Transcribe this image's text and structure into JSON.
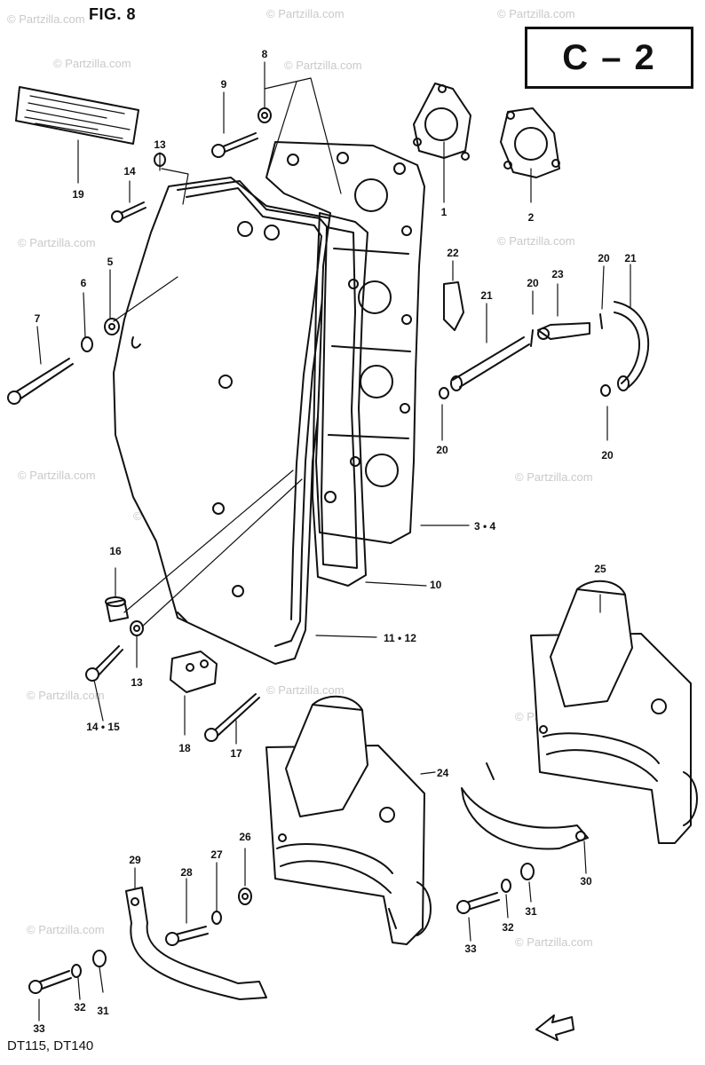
{
  "figure": {
    "fig_label": "FIG. 8",
    "page_code": "C – 2",
    "models": "DT115,  DT140",
    "watermark": "© Partzilla.com"
  },
  "callouts": [
    {
      "id": "1",
      "label": "1"
    },
    {
      "id": "2",
      "label": "2"
    },
    {
      "id": "3-4",
      "label": "3 • 4"
    },
    {
      "id": "5",
      "label": "5"
    },
    {
      "id": "6",
      "label": "6"
    },
    {
      "id": "7",
      "label": "7"
    },
    {
      "id": "8",
      "label": "8"
    },
    {
      "id": "9",
      "label": "9"
    },
    {
      "id": "10",
      "label": "10"
    },
    {
      "id": "11-12",
      "label": "11 • 12"
    },
    {
      "id": "13a",
      "label": "13"
    },
    {
      "id": "13b",
      "label": "13"
    },
    {
      "id": "14",
      "label": "14"
    },
    {
      "id": "14-15",
      "label": "14 • 15"
    },
    {
      "id": "16",
      "label": "16"
    },
    {
      "id": "17",
      "label": "17"
    },
    {
      "id": "18",
      "label": "18"
    },
    {
      "id": "19",
      "label": "19"
    },
    {
      "id": "20a",
      "label": "20"
    },
    {
      "id": "20b",
      "label": "20"
    },
    {
      "id": "20c",
      "label": "20"
    },
    {
      "id": "20d",
      "label": "20"
    },
    {
      "id": "21a",
      "label": "21"
    },
    {
      "id": "21b",
      "label": "21"
    },
    {
      "id": "22",
      "label": "22"
    },
    {
      "id": "23",
      "label": "23"
    },
    {
      "id": "24",
      "label": "24"
    },
    {
      "id": "25",
      "label": "25"
    },
    {
      "id": "26",
      "label": "26"
    },
    {
      "id": "27",
      "label": "27"
    },
    {
      "id": "28",
      "label": "28"
    },
    {
      "id": "29",
      "label": "29"
    },
    {
      "id": "30",
      "label": "30"
    },
    {
      "id": "31a",
      "label": "31"
    },
    {
      "id": "31b",
      "label": "31"
    },
    {
      "id": "32a",
      "label": "32"
    },
    {
      "id": "32b",
      "label": "32"
    },
    {
      "id": "33a",
      "label": "33"
    },
    {
      "id": "33b",
      "label": "33"
    }
  ]
}
